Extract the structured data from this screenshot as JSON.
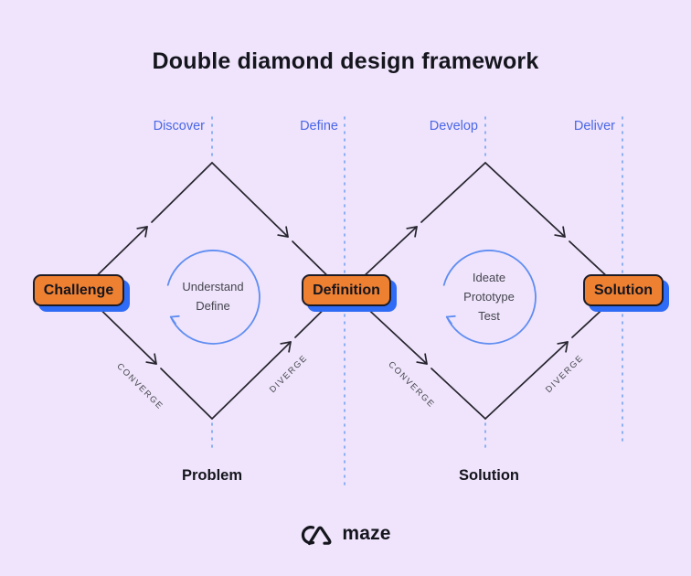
{
  "title": "Double diamond design framework",
  "phases": [
    "Discover",
    "Define",
    "Develop",
    "Deliver"
  ],
  "nodes": {
    "challenge": "Challenge",
    "definition": "Definition",
    "solution": "Solution"
  },
  "loop1": {
    "lines": [
      "Understand",
      "Define"
    ]
  },
  "loop2": {
    "lines": [
      "Ideate",
      "Prototype",
      "Test"
    ]
  },
  "edge_labels": {
    "converge": "CONVERGE",
    "diverge": "DIVERGE"
  },
  "sections": {
    "problem": "Problem",
    "solution": "Solution"
  },
  "logo": {
    "text": "maze"
  },
  "colors": {
    "background": "#efe4fb",
    "phase_text_blue": "#4a67e6",
    "dashed_line_blue": "#74a3f3",
    "loop_arrow_blue": "#5f8df2",
    "node_orange": "#ee8032",
    "node_shadow_blue": "#2f6cf6",
    "diagram_line_dark": "#26242e",
    "text_dark": "#15151d",
    "edge_label_gray": "#4a4a52"
  }
}
